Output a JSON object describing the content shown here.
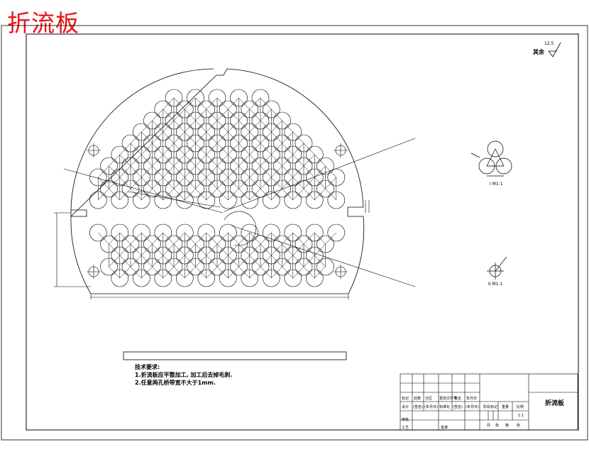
{
  "title": "折流板",
  "surface_finish": {
    "label": "其余",
    "value": "12.5"
  },
  "tech_requirements": {
    "heading": "技术要求:",
    "items": [
      "1.折流板应平整加工, 加工后去掉毛刺.",
      "2.任意两孔桥带宽不大于1mm."
    ]
  },
  "detail_views": [
    {
      "label": "I M1:1"
    },
    {
      "label": "II M1:1"
    }
  ],
  "title_block": {
    "part_name": "折流板",
    "scale": "1:1",
    "row_labels": [
      "标记",
      "处数",
      "分区",
      "更改文件号",
      "签名",
      "年月日"
    ],
    "row_labels2": [
      "设计",
      "(签名)",
      "(年月日)",
      "标准化",
      "(签名)",
      "(年月日)"
    ],
    "left_labels": [
      "审核",
      "工艺"
    ],
    "approve_label": "批准",
    "right_headers": [
      "阶段标记",
      "重量",
      "比例"
    ],
    "sheet_labels": [
      "共",
      "张",
      "第",
      "张"
    ]
  }
}
